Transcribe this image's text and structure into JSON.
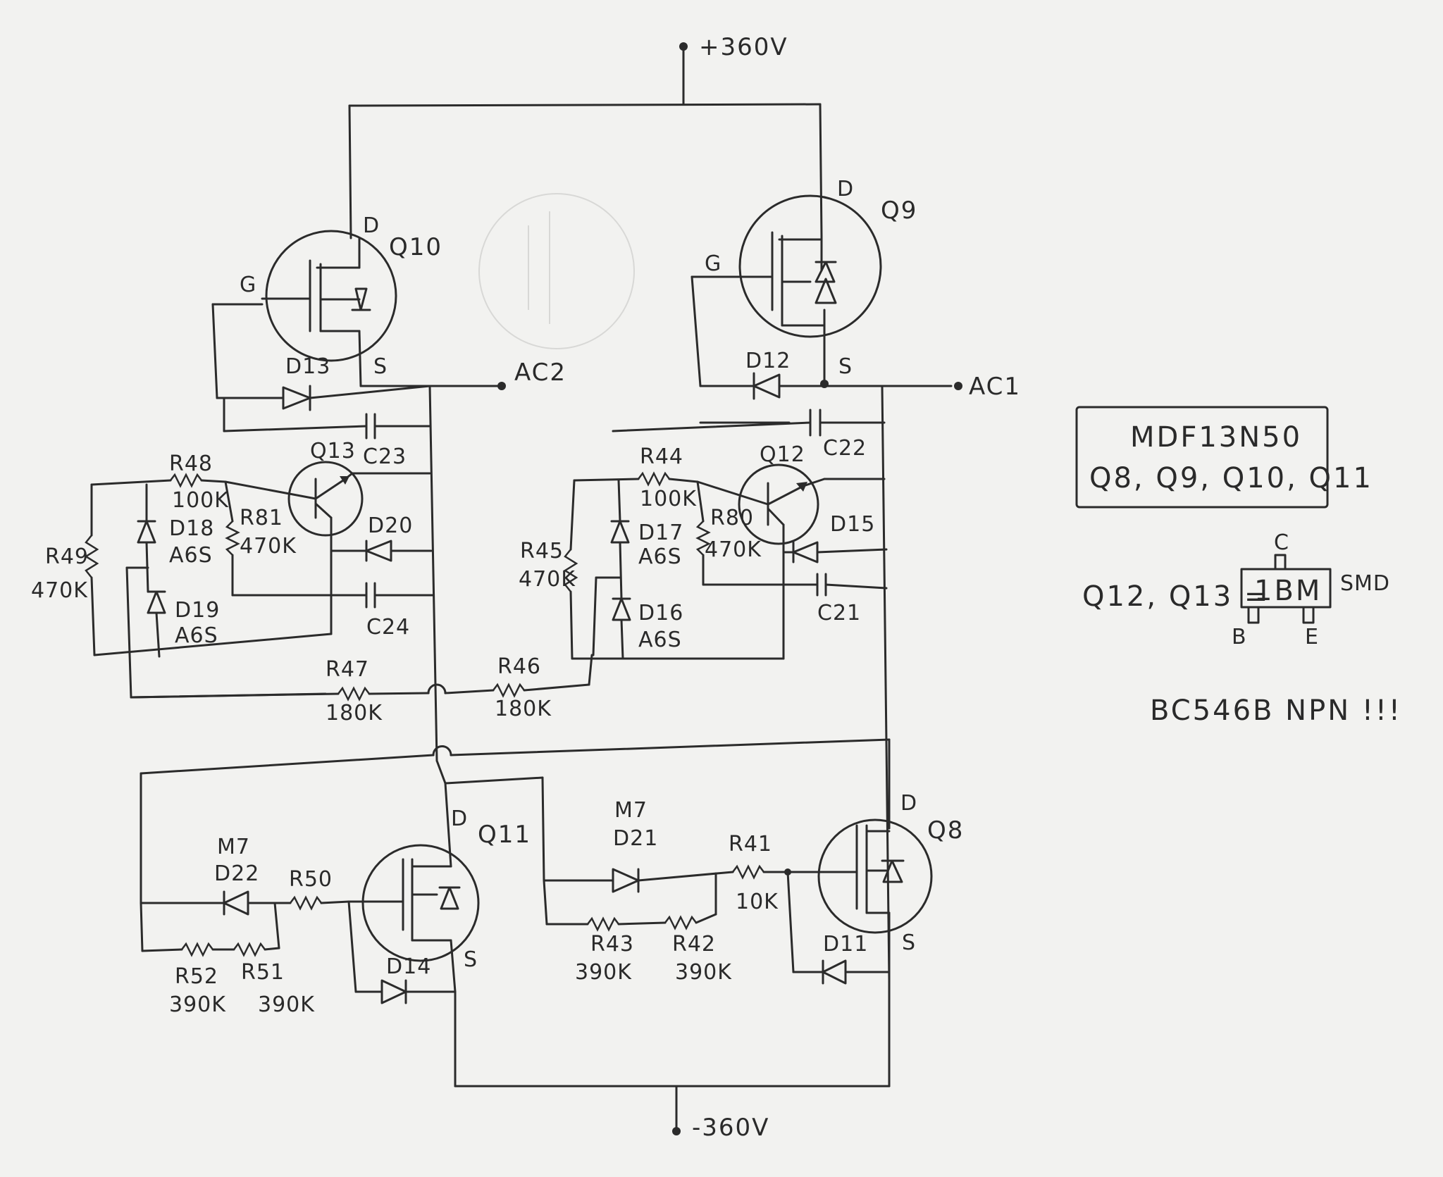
{
  "supply": {
    "positive": "+360V",
    "negative": "-360V"
  },
  "outputs": {
    "ac1": "AC1",
    "ac2": "AC2"
  },
  "mosfets": {
    "q8": {
      "name": "Q8",
      "d": "D",
      "s": "S"
    },
    "q9": {
      "name": "Q9",
      "d": "D",
      "g": "G",
      "s": "S"
    },
    "q10": {
      "name": "Q10",
      "d": "D",
      "g": "G",
      "s": "S"
    },
    "q11": {
      "name": "Q11",
      "d": "D",
      "s": "S"
    }
  },
  "transistors": {
    "q12": "Q12",
    "q13": "Q13"
  },
  "capacitors": {
    "c21": "C21",
    "c22": "C22",
    "c23": "C23",
    "c24": "C24"
  },
  "resistors": {
    "r41": {
      "name": "R41",
      "value": "10K"
    },
    "r42": {
      "name": "R42",
      "value": "390K"
    },
    "r43": {
      "name": "R43",
      "value": "390K"
    },
    "r44": {
      "name": "R44",
      "value": "100K"
    },
    "r45": {
      "name": "R45",
      "value": "470K"
    },
    "r46": {
      "name": "R46",
      "value": "180K"
    },
    "r47": {
      "name": "R47",
      "value": "180K"
    },
    "r48": {
      "name": "R48",
      "value": "100K"
    },
    "r49": {
      "name": "R49",
      "value": "470K"
    },
    "r50": {
      "name": "R50"
    },
    "r51": {
      "name": "R51",
      "value": "390K"
    },
    "r52": {
      "name": "R52",
      "value": "390K"
    },
    "r80": {
      "name": "R80",
      "value": "470K"
    },
    "r81": {
      "name": "R81",
      "value": "470K"
    }
  },
  "diodes": {
    "d11": {
      "name": "D11"
    },
    "d12": {
      "name": "D12"
    },
    "d13": {
      "name": "D13"
    },
    "d14": {
      "name": "D14"
    },
    "d15": {
      "name": "D15"
    },
    "d16": {
      "name": "D16",
      "type": "A6S"
    },
    "d17": {
      "name": "D17",
      "type": "A6S"
    },
    "d18": {
      "name": "D18",
      "type": "A6S"
    },
    "d19": {
      "name": "D19",
      "type": "A6S"
    },
    "d20": {
      "name": "D20"
    },
    "d21": {
      "name": "D21",
      "type": "M7"
    },
    "d22": {
      "name": "D22",
      "type": "M7"
    }
  },
  "notes": {
    "mosfet_part": "MDF13N50",
    "mosfet_list": "Q8, Q9, Q10, Q11",
    "bjt_prefix": "Q12, Q13 =",
    "smd_marking": "1BM",
    "smd_label": "SMD",
    "pin_c": "C",
    "pin_b": "B",
    "pin_e": "E",
    "bjt_type": "BC546B   NPN !!!"
  }
}
